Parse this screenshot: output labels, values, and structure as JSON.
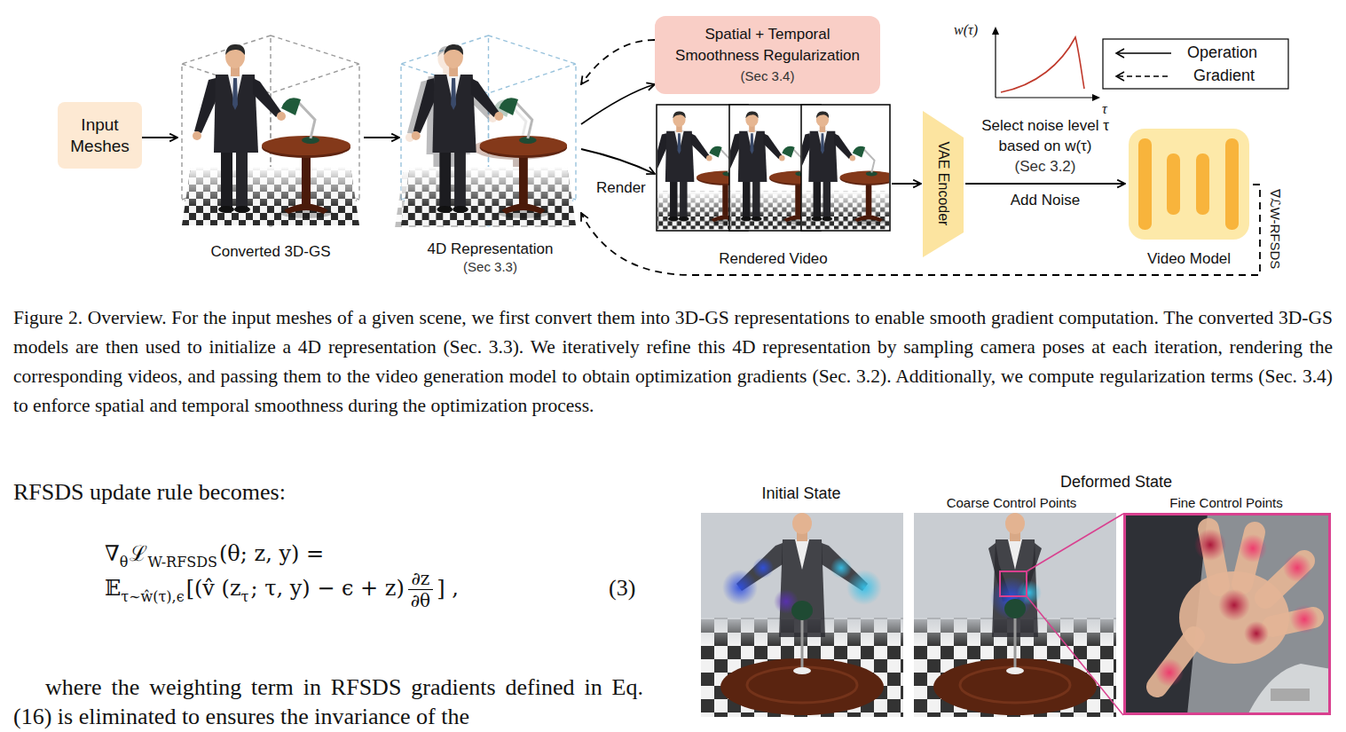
{
  "diagram": {
    "caption": "Figure 2. Overview. For the input meshes of a given scene, we first convert them into 3D-GS representations to enable smooth gradient computation. The converted 3D-GS models are then used to initialize a 4D representation (Sec. 3.3). We iteratively refine this 4D representation by sampling camera poses at each iteration, rendering the corresponding videos, and passing them to the video generation model to obtain optimization gradients (Sec. 3.2). Additionally, we compute regularization terms (Sec. 3.4) to enforce spatial and temporal smoothness during the optimization process.",
    "nodes": [
      {
        "text": [
          "Input Meshes"
        ]
      },
      {
        "text": [
          "Converted 3D-GS"
        ]
      },
      {
        "text": [
          "4D Representation",
          "(Sec 3.3)"
        ]
      },
      {
        "text": [
          "Spatial + Temporal Smoothness Regularization",
          "(Sec 3.4)"
        ]
      },
      {
        "text": [
          "Rendered Video"
        ]
      },
      {
        "text": [
          "VAE Encoder"
        ]
      },
      {
        "text": [
          "Video Model"
        ]
      }
    ],
    "edges": [
      {
        "from": 0,
        "to": 1,
        "arrow": "to"
      },
      {
        "from": 1,
        "to": 2,
        "arrow": "to"
      },
      {
        "from": 2,
        "to": 3,
        "arrow": "to"
      },
      {
        "from": 3,
        "to": 2,
        "arrow": "to"
      },
      {
        "from": 2,
        "to": 4,
        "label": "Render",
        "arrow": "to"
      },
      {
        "from": 4,
        "to": 5,
        "arrow": "to"
      },
      {
        "from": 5,
        "to": 6,
        "label": "Add Noise",
        "arrow": "to"
      },
      {
        "from": 6,
        "to": 2,
        "label": "∇ℒW-RFSDS",
        "arrow": "to"
      }
    ],
    "labels": [
      "w(τ)",
      "τ",
      "Select noise level τ based on w(τ)",
      "(Sec 3.2)",
      "RFSDS update rule becomes:",
      "∇",
      "θ",
      "ℒ",
      "W-RFSDS",
      "(θ; z, y) =",
      "𝔼",
      "τ∼ŵ(τ),ϵ",
      "[(v̂ (z",
      "τ",
      "; τ, y) − ϵ + z)",
      "∂z",
      "∂θ",
      "] ,",
      "(3)",
      "where the weighting term in RFSDS gradients defined in Eq. (16) is eliminated to ensures the invariance of the",
      "Initial State",
      "Deformed State",
      "Coarse Control Points",
      "Fine Control Points"
    ],
    "legend": [
      {
        "text": "Operation"
      },
      {
        "text": "Gradient"
      }
    ]
  }
}
